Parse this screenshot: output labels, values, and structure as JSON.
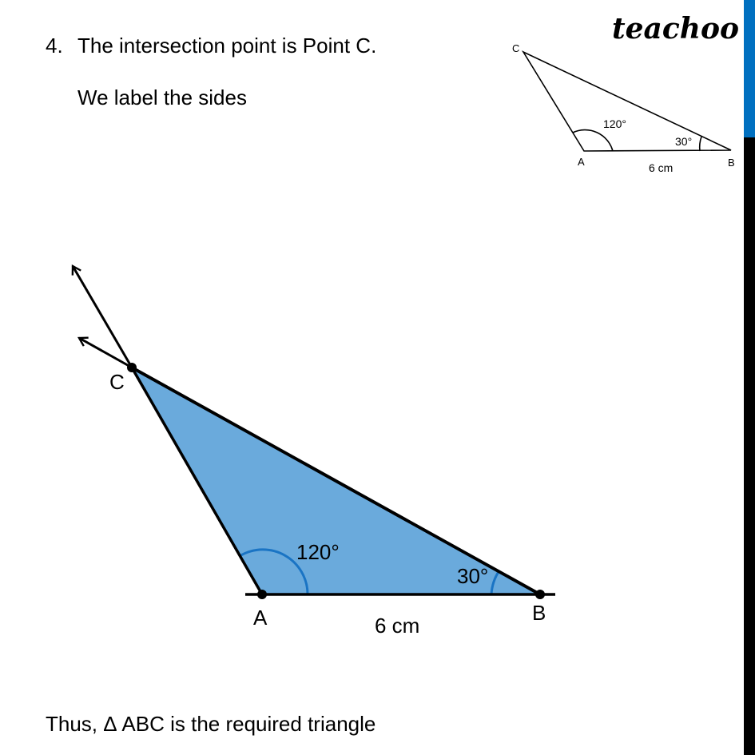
{
  "step": {
    "number": "4.",
    "text": "The intersection point is Point C.",
    "subtext": "We label the sides"
  },
  "conclusion": "Thus, Δ ABC is the required triangle",
  "logo": {
    "text": "teachoo"
  },
  "sidebar": {
    "accent_color": "#0070c0",
    "base_color": "#000000"
  },
  "reference_figure": {
    "vertices": {
      "A": "A",
      "B": "B",
      "C": "C"
    },
    "angle_A": "120°",
    "angle_B": "30°",
    "side_AB": "6 cm"
  },
  "main_figure": {
    "vertices": {
      "A": "A",
      "B": "B",
      "C": "C"
    },
    "angle_A": "120°",
    "angle_B": "30°",
    "side_AB": "6 cm",
    "fill_color": "#6aaadc",
    "arc_color": "#1a74c4"
  }
}
